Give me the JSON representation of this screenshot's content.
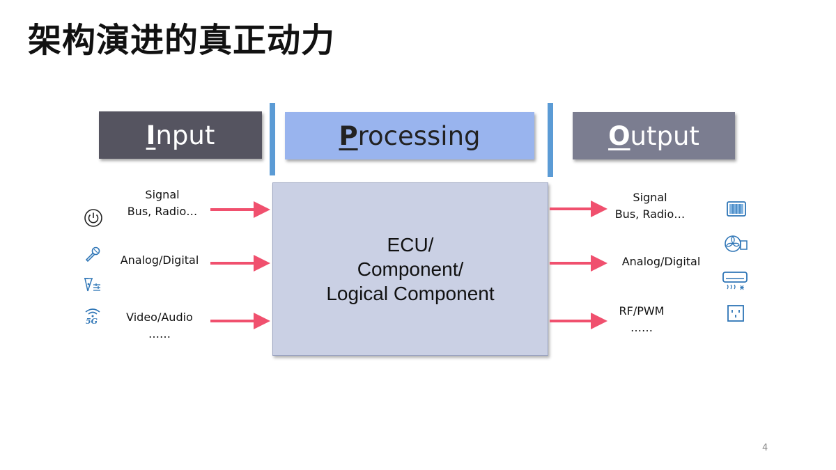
{
  "title": "架构演进的真正动力",
  "headers": {
    "input": {
      "first": "I",
      "rest": "nput"
    },
    "processing": {
      "first": "P",
      "rest": "rocessing"
    },
    "output": {
      "first": "O",
      "rest": "utput"
    }
  },
  "ecu_box": {
    "line1": "ECU/",
    "line2": "Component/",
    "line3": "Logical Component"
  },
  "inputs": {
    "signal_line1": "Signal",
    "signal_line2": "Bus, Radio…",
    "analog": "Analog/Digital",
    "video": "Video/Audio",
    "ellipsis": "……"
  },
  "outputs": {
    "signal_line1": "Signal",
    "signal_line2": "Bus, Radio…",
    "analog": "Analog/Digital",
    "rf": "RF/PWM",
    "ellipsis": "……"
  },
  "icons": {
    "input": [
      "power-button-icon",
      "microphone-icon",
      "antenna-icon",
      "wifi-5g-icon"
    ],
    "output": [
      "display-icon",
      "fan-icon",
      "air-conditioner-icon",
      "socket-icon"
    ],
    "badge_5g": "5G"
  },
  "colors": {
    "arrow": "#f0506e",
    "icon": "#2e75b6",
    "bar": "#5b9bd5"
  },
  "page_number": "4"
}
